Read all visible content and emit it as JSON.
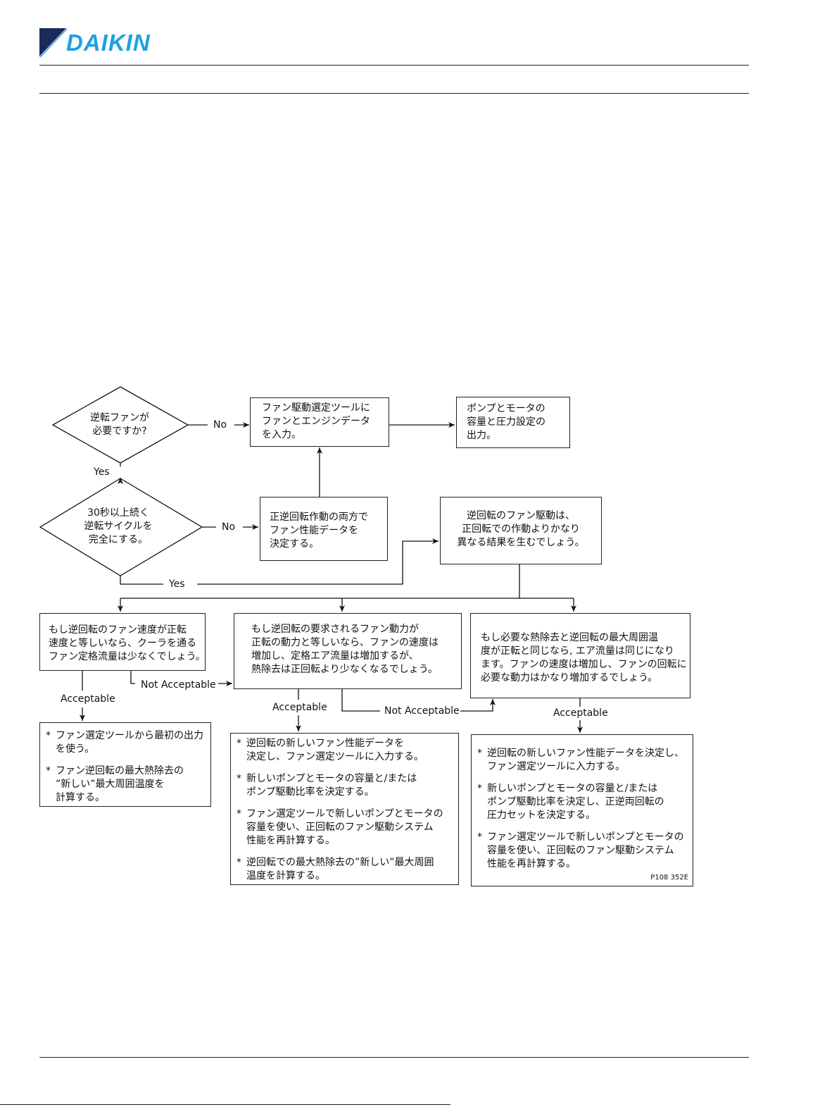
{
  "brand": {
    "name": "DAIKIN",
    "color": "#1fa0e0",
    "mark_color": "#1a2a5a"
  },
  "flowchart": {
    "d1": {
      "lines": [
        "逆転ファンが",
        "必要ですか?"
      ]
    },
    "d2": {
      "lines": [
        "30秒以上続く",
        "逆転サイクルを",
        "完全にする。"
      ]
    },
    "b_input": {
      "lines": [
        "ファン駆動選定ツールに",
        "ファンとエンジンデータ",
        "を入力。"
      ]
    },
    "b_output": {
      "lines": [
        "ポンプとモータの",
        "容量と圧力設定の",
        "出力。"
      ]
    },
    "b_both": {
      "lines": [
        "正逆回転作動の両方で",
        "ファン性能データを",
        "決定する。"
      ]
    },
    "b_reverse": {
      "lines": [
        "逆回転のファン駆動は、",
        "正回転での作動よりかなり",
        "異なる結果を生むでしょう。"
      ]
    },
    "c_left": {
      "lines": [
        "もし逆回転のファン速度が正転",
        "速度と等しいなら、クーラを通る",
        "ファン定格流量は少なくでしょう。"
      ]
    },
    "c_mid": {
      "lines": [
        "もし逆回転の要求されるファン動力が",
        "正転の動力と等しいなら、ファンの速度は",
        "増加し、定格エア流量は増加するが、",
        "熱除去は正回転より少なくなるでしょう。"
      ]
    },
    "c_right": {
      "lines": [
        "もし必要な熱除去と逆回転の最大周囲温",
        "度が正転と同じなら, エア流量は同じになり",
        "ます。ファンの速度は増加し、ファンの回転に",
        "必要な動力はかなり増加するでしょう。"
      ]
    },
    "r_left": {
      "items": [
        [
          "ファン選定ツールから最初の出力",
          "を使う。"
        ],
        [
          "ファン逆回転の最大熱除去の",
          "”新しい”最大周囲温度を",
          "計算する。"
        ]
      ]
    },
    "r_mid": {
      "items": [
        [
          "逆回転の新しいファン性能データを",
          "決定し、ファン選定ツールに入力する。"
        ],
        [
          "新しいポンプとモータの容量と/または",
          "ポンプ駆動比率を決定する。"
        ],
        [
          "ファン選定ツールで新しいポンプとモータの",
          "容量を使い、正回転のファン駆動システム",
          "性能を再計算する。"
        ],
        [
          "逆回転での最大熱除去の”新しい”最大周囲",
          "温度を計算する。"
        ]
      ]
    },
    "r_right": {
      "items": [
        [
          "逆回転の新しいファン性能データを決定し、",
          "ファン選定ツールに入力する。"
        ],
        [
          "新しいポンプとモータの容量と/または",
          "ポンプ駆動比率を決定し、正逆両回転の",
          "圧力セットを決定する。"
        ],
        [
          "ファン選定ツールで新しいポンプとモータの",
          "容量を使い、正回転のファン駆動システム",
          "性能を再計算する。"
        ]
      ]
    },
    "labels": {
      "no1": "No",
      "yes1": "Yes",
      "no2": "No",
      "yes2": "Yes",
      "acc_left": "Acceptable",
      "na_left": "Not Acceptable",
      "acc_mid": "Acceptable",
      "na_mid": "Not Acceptable",
      "acc_right": "Acceptable"
    },
    "figure_code": "P108 352E"
  }
}
